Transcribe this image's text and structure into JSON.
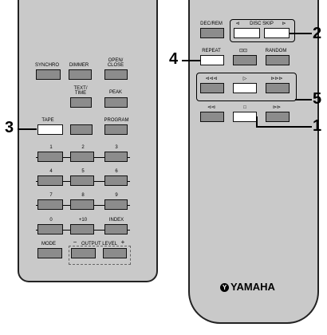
{
  "left_remote": {
    "labels": {
      "sync": "SYNCHRO",
      "dimmer": "DIMMER",
      "open_close": "OPEN/\nCLOSE",
      "text": "TEXT/\nTIME",
      "peak": "PEAK",
      "tape": "TAPE",
      "prog": "PROGRAM",
      "k1": "1",
      "k2": "2",
      "k3": "3",
      "k4": "4",
      "k5": "5",
      "k6": "6",
      "k7": "7",
      "k8": "8",
      "k9": "9",
      "k0": "0",
      "k10": "+10",
      "index": "INDEX",
      "mode": "MODE",
      "minus": "−",
      "output": "OUTPUT LEVEL",
      "plus": "+"
    }
  },
  "right_remote": {
    "labels": {
      "dec": "DEC/REM",
      "prev": "⊲",
      "disc_skip": "DISC SKIP",
      "next": "⊳",
      "repeat": "REPEAT",
      "ab": "⊡⊡",
      "random": "RANDOM",
      "rew": "⊲⊲⊲",
      "play": "▷",
      "ff": "⊳⊳⊳",
      "search_back": "⊲⊲",
      "stop": "□",
      "search_fwd": "⊳⊳"
    },
    "logo_mark": "Y",
    "logo_text": "YAMAHA"
  },
  "callouts": {
    "c1": "1",
    "c2": "2",
    "c3": "3",
    "c4": "4",
    "c5": "5"
  }
}
